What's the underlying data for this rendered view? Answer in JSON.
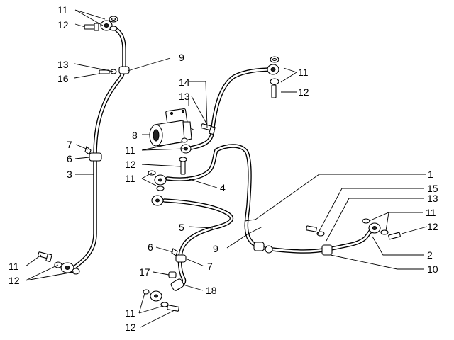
{
  "diagram": {
    "callouts": [
      {
        "id": "c11a",
        "text": "11"
      },
      {
        "id": "c12a",
        "text": "12"
      },
      {
        "id": "c13a",
        "text": "13"
      },
      {
        "id": "c16",
        "text": "16"
      },
      {
        "id": "c9a",
        "text": "9"
      },
      {
        "id": "c14",
        "text": "14"
      },
      {
        "id": "c13b",
        "text": "13"
      },
      {
        "id": "c8",
        "text": "8"
      },
      {
        "id": "c11b",
        "text": "11"
      },
      {
        "id": "c12b",
        "text": "12"
      },
      {
        "id": "c11c",
        "text": "11"
      },
      {
        "id": "c4",
        "text": "4"
      },
      {
        "id": "c7a",
        "text": "7"
      },
      {
        "id": "c6a",
        "text": "6"
      },
      {
        "id": "c3",
        "text": "3"
      },
      {
        "id": "c11d",
        "text": "11"
      },
      {
        "id": "c12c",
        "text": "12"
      },
      {
        "id": "c1",
        "text": "1"
      },
      {
        "id": "c15",
        "text": "15"
      },
      {
        "id": "c13c",
        "text": "13"
      },
      {
        "id": "c11e",
        "text": "11"
      },
      {
        "id": "c12d",
        "text": "12"
      },
      {
        "id": "c2",
        "text": "2"
      },
      {
        "id": "c10",
        "text": "10"
      },
      {
        "id": "c5",
        "text": "5"
      },
      {
        "id": "c9b",
        "text": "9"
      },
      {
        "id": "c6b",
        "text": "6"
      },
      {
        "id": "c7b",
        "text": "7"
      },
      {
        "id": "c17",
        "text": "17"
      },
      {
        "id": "c18",
        "text": "18"
      },
      {
        "id": "c12e",
        "text": "12"
      },
      {
        "id": "c11f",
        "text": "11"
      },
      {
        "id": "c11g",
        "text": "11"
      },
      {
        "id": "c12f",
        "text": "12"
      }
    ]
  }
}
